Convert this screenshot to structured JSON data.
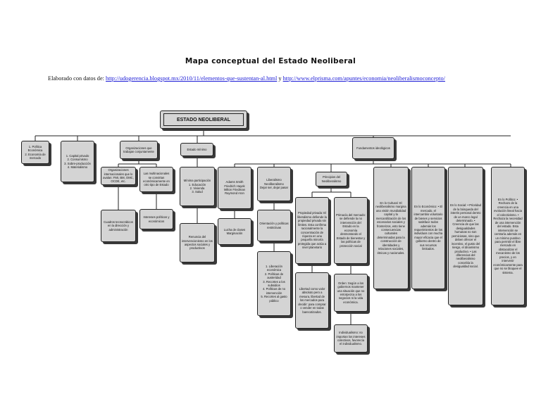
{
  "title": "Mapa conceptual del Estado Neoliberal",
  "source": {
    "prefix": "Elaborado con datos de:",
    "link1": "http://udogerencia.blogspot.mx/2010/11/elementos-que-sustentan-al.html",
    "separator": "y",
    "link2": "http://www.elprisma.com/apuntes/economia/neoliberalismoconcepto/"
  },
  "root": "ESTADO NEOLIBERAL",
  "nodes": {
    "politica_economica": "1. Política Económica\n2. Economía de mercado",
    "capital": "1. Capital privado\n2. Consumismo\n3. Sobre-producción\n4. Materialismo",
    "organizaciones": "Organizaciones que trabajan conjuntamente",
    "estado_minimo": "Estado mínimo",
    "fundamentos": "Fundamentos ideológicos",
    "org_internacionales": "Organizaciones internacionales que lo avalan: FMI, BM, OMC, OCDE, etc.",
    "multinacionales": "Las multinacionales se convirtan económicamente en otro tipo de Estado",
    "cuadros": "Cuadros tecnocráticos en la dirección y administración",
    "intereses": "Intereses políticos y económicos",
    "minima": "Mínima participación\n1. Educación\n2. Vivienda\n3. Salud",
    "renuncia": "Renuncia del intervencionismo en los aspectos sociales y productivos",
    "autores": "Adams Smith\nFriedrich Hayek\nMilton Friedman\nRaymond Aron",
    "lucha": "Lucha de clases\nMarginación",
    "liberalismo": "Liberalismo Neoliberalismo\nDejar ser, dejar pasar",
    "orientacion": "Orientación y políticas restrictivas",
    "liberacion": "1. Liberación económica\n2. Políticas de austeridad\n3. Recortes a los subsidios\n4. Políticas de no intervención\n5. Recortes al gasto público",
    "principios": "Principios del Neoliberalismo",
    "propiedad": "Propiedad privada: El liberalismo defiende la propiedad privada sin límites. Esta confirma racionalmente la concentración de riqueza en una pequeña minoría protegida que actúa a nivel planetario",
    "libertad": "Libertad como valor absoluto pero a mesura, libertad de los mercados para decidir: para comprar o vender en todas barecotizados.",
    "primacia": "Primacía del mercado: se defiende la no intervención del Estado en la economía desmontando el Estado de bienestar y las políticas de protección social",
    "orden": "Orden: Según a los gobiernos mantener una situación que no entorpezca a los negocios ni la vida económica.",
    "individualismo": "Individualismo: no importan los intereses colectivos, favorecía el individualismo.",
    "cultural": "En lo Cultural: El neoliberalismo margina una visión mundialidad capital y la mercantilización de los escenarios sociales y fronterizos, esto tiene consecuencias culturales determinadas para la construcción de identidades y relaciones sociales, étnicas y nacionales.",
    "economico": "En lo Económico: • El mercado, el intercambio voluntario de bienes y servicios satisface todos además los requerimientos de los individuos con mucha mayor eficacia que el gobierno dentro de sus recursos limitados.",
    "social": "En lo Social: • Prioridad de la búsqueda del interés personal dentro de un marco legal determinado. • Creencia de que las desigualdades humanas no son perniciosas, sino que deben ofrecer el incentivo, el gusto del riesgo, el dinamismo productivo. • Las diferencias del neoliberalismo concebía la desigualdad social.",
    "politica": "En lo Político: • Rechazo de la creencia en una evolución lineal hacia el colectivismo. • Rechaza la necesidad de una intervención del estado. Esta intervención se centraría además en un mínimo punitivo para permitir el libre mercado en obstaculizar el mecanismo de los precios, y en intervenir económicamente para que no se bloquee el sistema."
  }
}
